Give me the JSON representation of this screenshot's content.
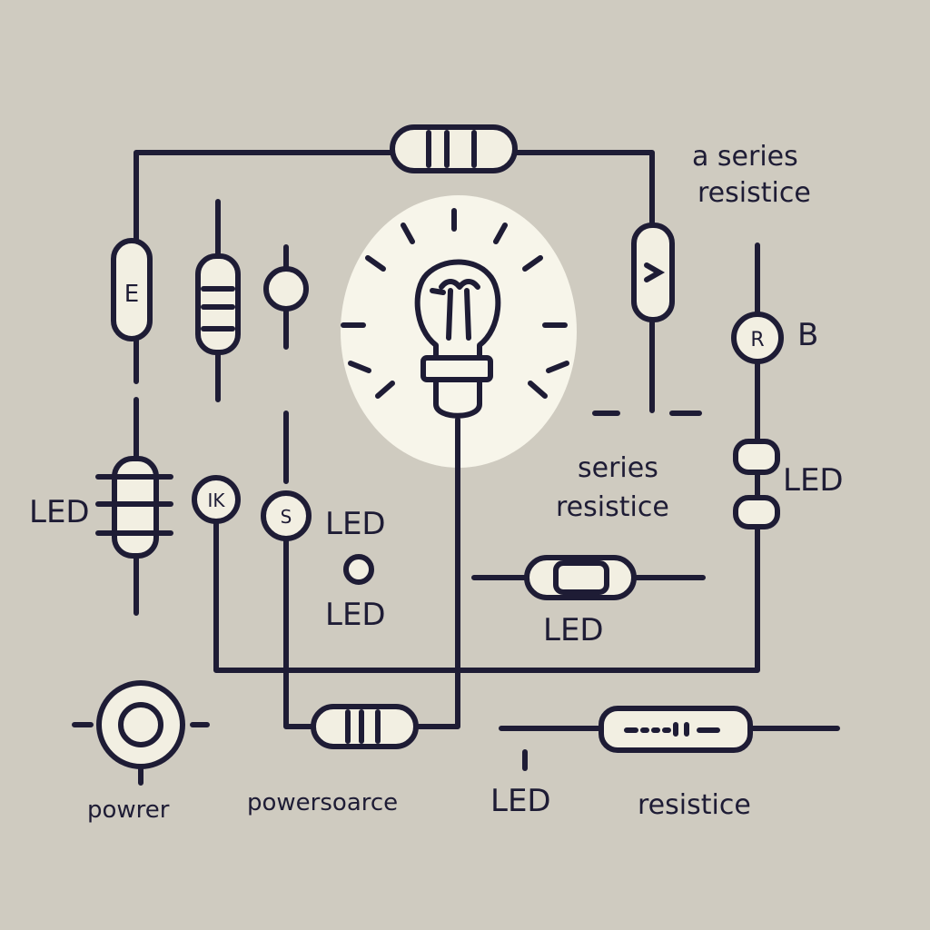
{
  "labels": {
    "series_resistice_top_line1": "a series",
    "series_resistice_top_line2": "resistice",
    "b_label": "B",
    "led_right": "LED",
    "series_resistice_mid_line1": "series",
    "series_resistice_mid_line2": "resistice",
    "led_left": "LED",
    "led_center_1": "LED",
    "led_center_2": "LED",
    "led_center_3": "LED",
    "power": "powrer",
    "powersource": "powersoarce",
    "led_bottom": "LED",
    "resistice_bottom": "resistice"
  },
  "symbol_glyphs": {
    "left_resistor": "E",
    "round_symbol_r2": "R",
    "round_symbol_ik": "IK",
    "round_symbol_s": "S"
  },
  "colors": {
    "background": "#cfcbc0",
    "ink": "#1e1c35",
    "component_fill": "#f2efe2",
    "glow": "#f7f5ea"
  }
}
